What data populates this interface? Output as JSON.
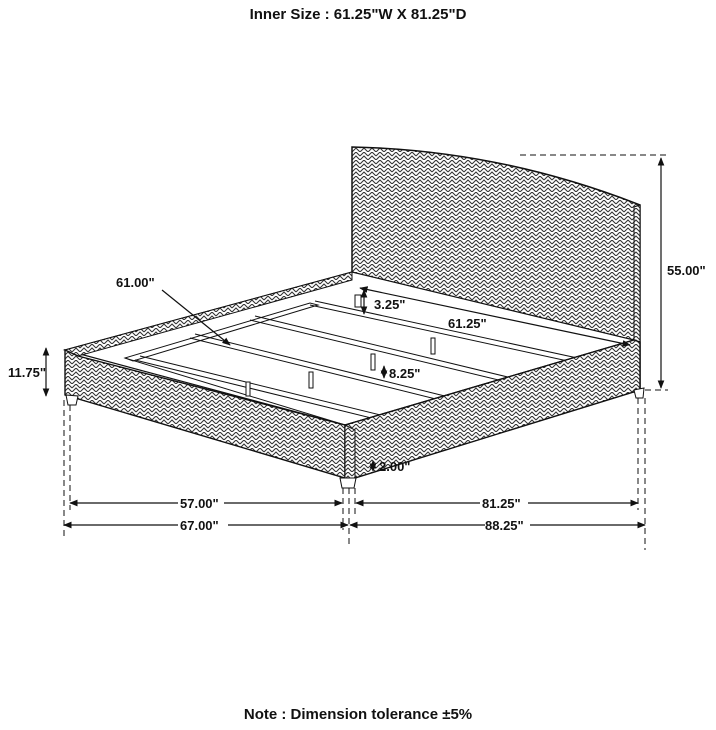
{
  "header": {
    "title": "Inner Size : 61.25\"W X 81.25\"D"
  },
  "footer": {
    "note": "Note : Dimension tolerance ±5%"
  },
  "dimensions": {
    "headboard_height": "55.00\"",
    "slat_length": "61.00\"",
    "side_rail_height": "11.75\"",
    "headboard_gap": "3.25\"",
    "inner_width": "61.25\"",
    "support_leg_height": "8.25\"",
    "leg_height": "2.00\"",
    "inner_width_bottom": "57.00\"",
    "outer_width": "67.00\"",
    "inner_length": "81.25\"",
    "outer_length": "88.25\""
  },
  "colors": {
    "line": "#111111",
    "fill": "#ffffff",
    "pattern": "#222222"
  }
}
